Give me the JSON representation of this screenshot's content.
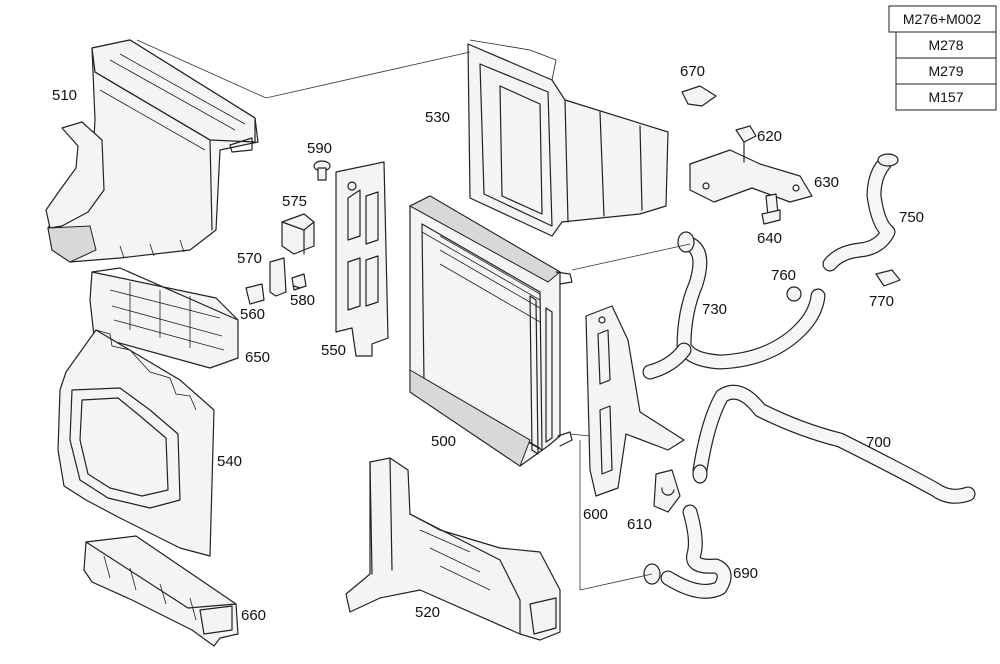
{
  "variant_table": [
    "M276+M002",
    "M278",
    "M279",
    "M157"
  ],
  "parts": [
    {
      "id": "510"
    },
    {
      "id": "530"
    },
    {
      "id": "590"
    },
    {
      "id": "575"
    },
    {
      "id": "570"
    },
    {
      "id": "560"
    },
    {
      "id": "580"
    },
    {
      "id": "550"
    },
    {
      "id": "650"
    },
    {
      "id": "540"
    },
    {
      "id": "660"
    },
    {
      "id": "500"
    },
    {
      "id": "520"
    },
    {
      "id": "670"
    },
    {
      "id": "620"
    },
    {
      "id": "630"
    },
    {
      "id": "640"
    },
    {
      "id": "750"
    },
    {
      "id": "760"
    },
    {
      "id": "770"
    },
    {
      "id": "730"
    },
    {
      "id": "700"
    },
    {
      "id": "600"
    },
    {
      "id": "610"
    },
    {
      "id": "690"
    }
  ]
}
